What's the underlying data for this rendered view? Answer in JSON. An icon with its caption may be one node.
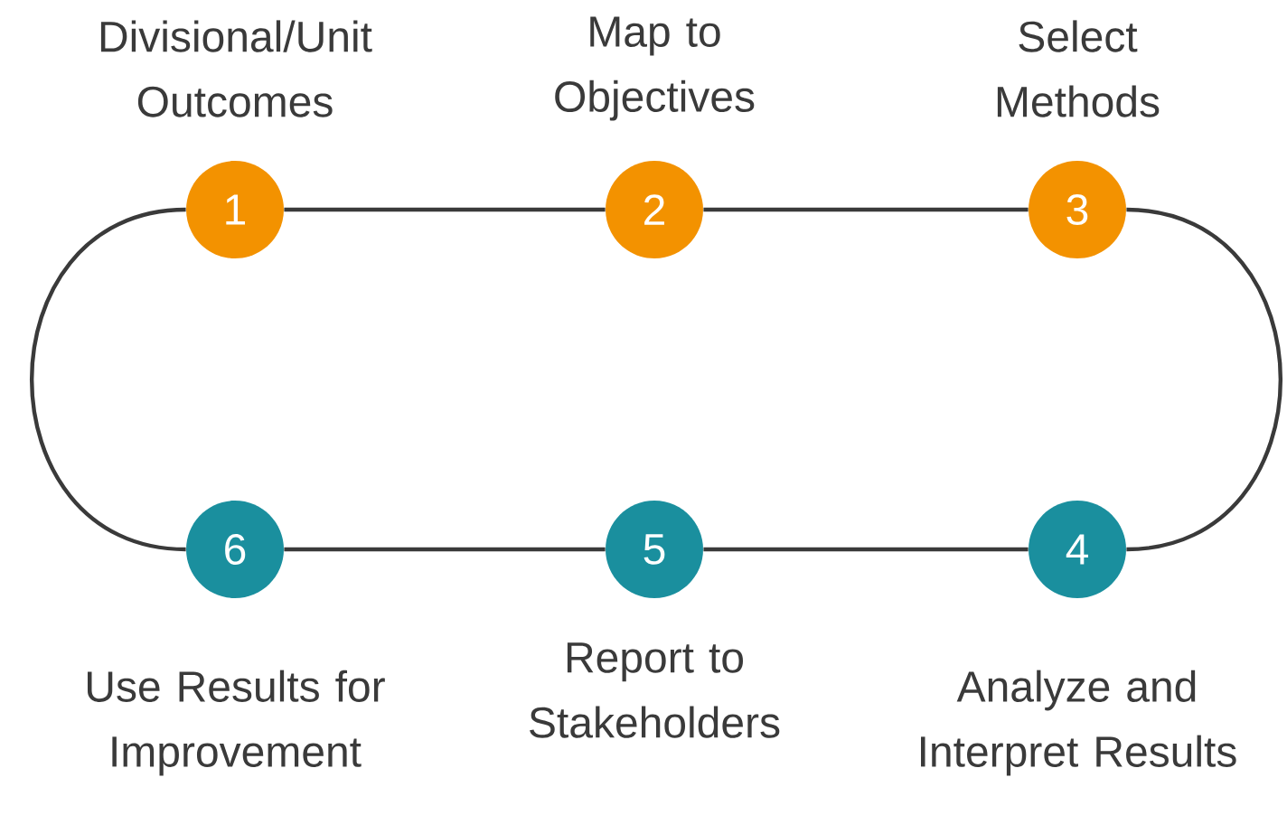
{
  "diagram": {
    "nodes": [
      {
        "text": [
          "1"
        ],
        "beside": [
          "Divisional/Unit Outcomes"
        ]
      },
      {
        "text": [
          "2"
        ],
        "beside": [
          "Map to Objectives"
        ]
      },
      {
        "text": [
          "3"
        ],
        "beside": [
          "Select Methods"
        ]
      },
      {
        "text": [
          "4"
        ],
        "beside": [
          "Analyze and Interpret Results"
        ]
      },
      {
        "text": [
          "5"
        ],
        "beside": [
          "Report to Stakeholders"
        ]
      },
      {
        "text": [
          "6"
        ],
        "beside": [
          "Use Results for Improvement"
        ]
      }
    ],
    "edges": [
      {
        "from": 0,
        "to": 1,
        "arrow": "none"
      },
      {
        "from": 1,
        "to": 2,
        "arrow": "none"
      },
      {
        "from": 2,
        "to": 3,
        "arrow": "none"
      },
      {
        "from": 3,
        "to": 4,
        "arrow": "none"
      },
      {
        "from": 4,
        "to": 5,
        "arrow": "none"
      },
      {
        "from": 5,
        "to": 0,
        "arrow": "none"
      }
    ]
  }
}
